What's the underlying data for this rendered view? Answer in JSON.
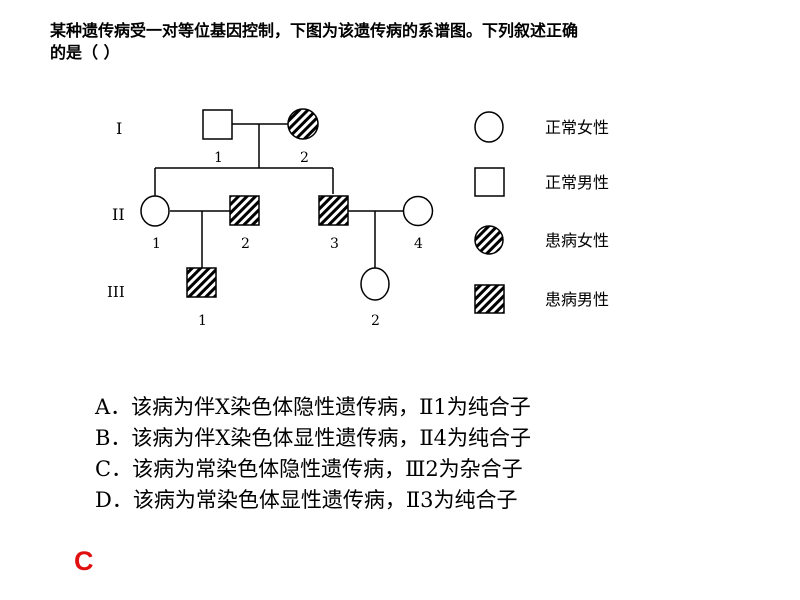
{
  "question": {
    "line1": "某种遗传病受一对等位基因控制，下图为该遗传病的系谱图。下列叙述正确",
    "line2": "的是（      ）"
  },
  "pedigree": {
    "generations": [
      "I",
      "II",
      "III"
    ],
    "individuals": {
      "I1": {
        "label": "1",
        "sex": "male",
        "affected": false
      },
      "I2": {
        "label": "2",
        "sex": "female",
        "affected": true
      },
      "II1": {
        "label": "1",
        "sex": "female",
        "affected": false
      },
      "II2": {
        "label": "2",
        "sex": "male",
        "affected": true
      },
      "II3": {
        "label": "3",
        "sex": "male",
        "affected": true
      },
      "II4": {
        "label": "4",
        "sex": "female",
        "affected": false
      },
      "III1": {
        "label": "1",
        "sex": "male",
        "affected": true
      },
      "III2": {
        "label": "2",
        "sex": "female",
        "affected": false
      }
    },
    "legend": [
      {
        "symbol": "circle-open",
        "label": "正常女性"
      },
      {
        "symbol": "square-open",
        "label": "正常男性"
      },
      {
        "symbol": "circle-hatched",
        "label": "患病女性"
      },
      {
        "symbol": "square-hatched",
        "label": "患病男性"
      }
    ]
  },
  "options": [
    "A．该病为伴X染色体隐性遗传病，Ⅱ1为纯合子",
    "B．该病为伴X染色体显性遗传病，Ⅱ4为纯合子",
    "C．该病为常染色体隐性遗传病，Ⅲ2为杂合子",
    "D．该病为常染色体显性遗传病，Ⅱ3为纯合子"
  ],
  "answer": "C",
  "colors": {
    "answer": "#e01010",
    "text": "#000000"
  }
}
